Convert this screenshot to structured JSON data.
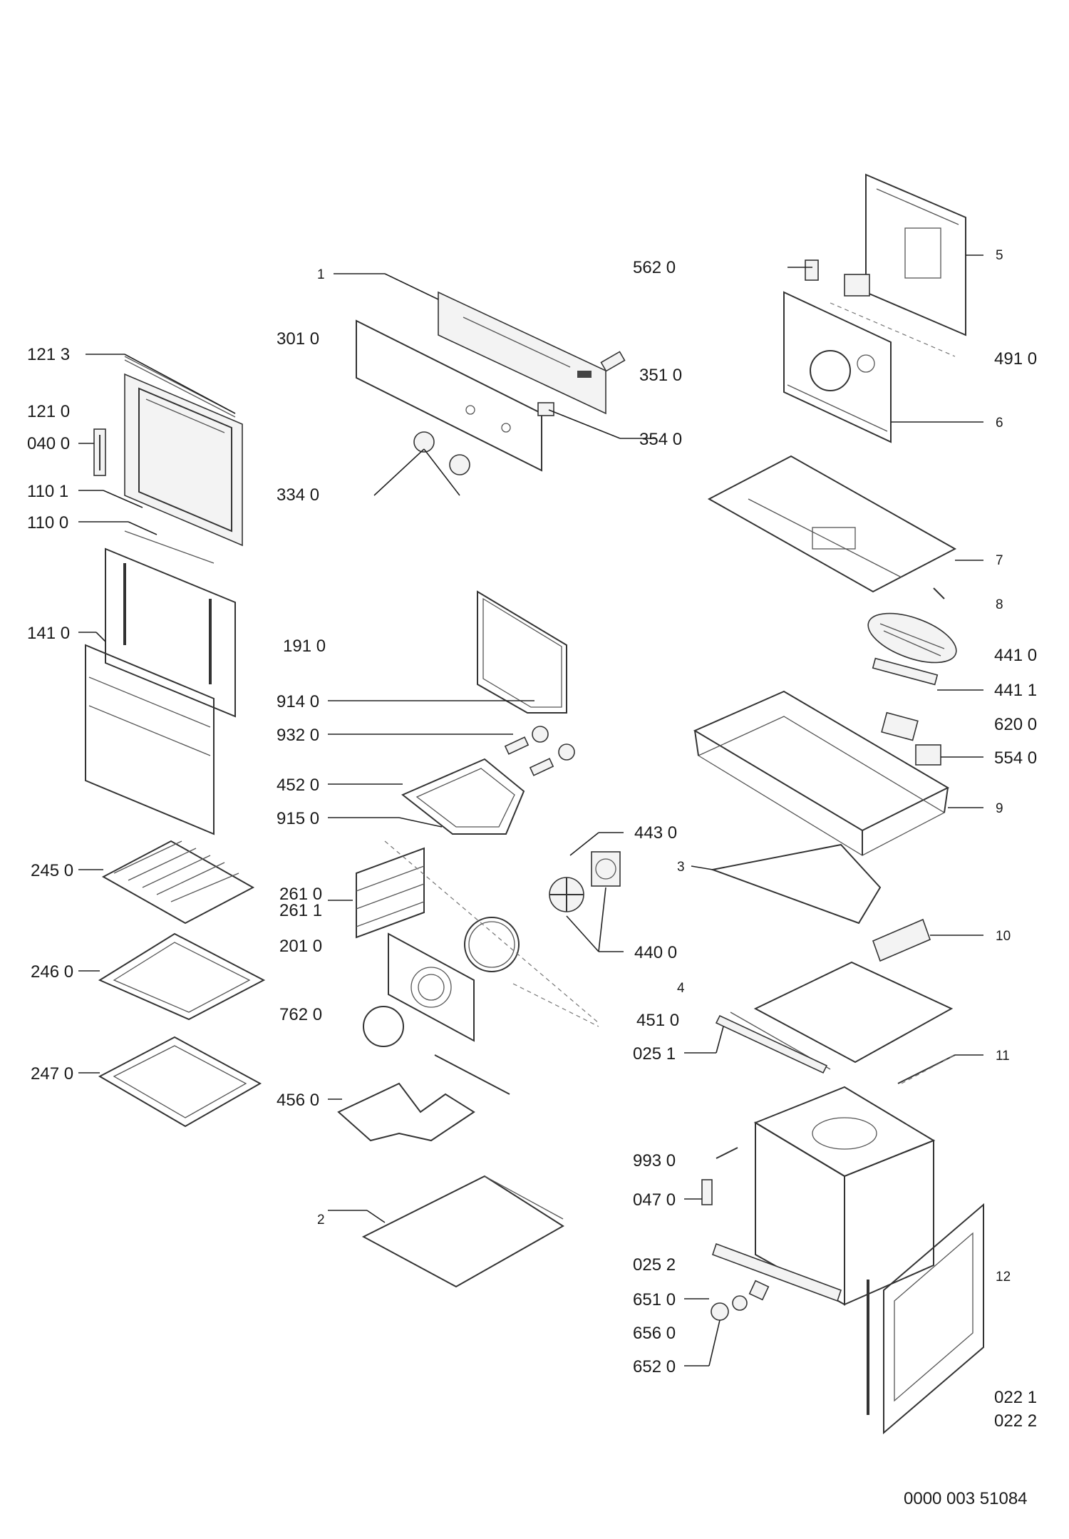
{
  "document_id": "0000 003 51084",
  "callouts": {
    "c1": "1",
    "c2": "2",
    "c3": "3",
    "c4": "4",
    "c5": "5",
    "c6": "6",
    "c7": "7",
    "c8": "8",
    "c9": "9",
    "c10": "10",
    "c11": "11",
    "c12": "12",
    "c1213": "121 3",
    "c1210": "121 0",
    "c0400": "040 0",
    "c1101": "110 1",
    "c1100": "110 0",
    "c1410": "141 0",
    "c2450": "245 0",
    "c2460": "246 0",
    "c2470": "247 0",
    "c3010": "301 0",
    "c3340": "334 0",
    "c3510": "351 0",
    "c3540": "354 0",
    "c1910": "191 0",
    "c9140": "914 0",
    "c9320": "932 0",
    "c4520": "452 0",
    "c9150": "915 0",
    "c2610": "261 0",
    "c2611": "261 1",
    "c2010": "201 0",
    "c7620": "762 0",
    "c4560": "456 0",
    "c4430": "443 0",
    "c4400": "440 0",
    "c4510": "451 0",
    "c0251": "025 1",
    "c5620": "562 0",
    "c4910": "491 0",
    "c4410": "441 0",
    "c4411": "441 1",
    "c6200": "620 0",
    "c5540": "554 0",
    "c9930": "993 0",
    "c0470": "047 0",
    "c0252": "025 2",
    "c6510": "651 0",
    "c6560": "656 0",
    "c6520": "652 0",
    "c0221": "022 1",
    "c0222": "022 2"
  }
}
